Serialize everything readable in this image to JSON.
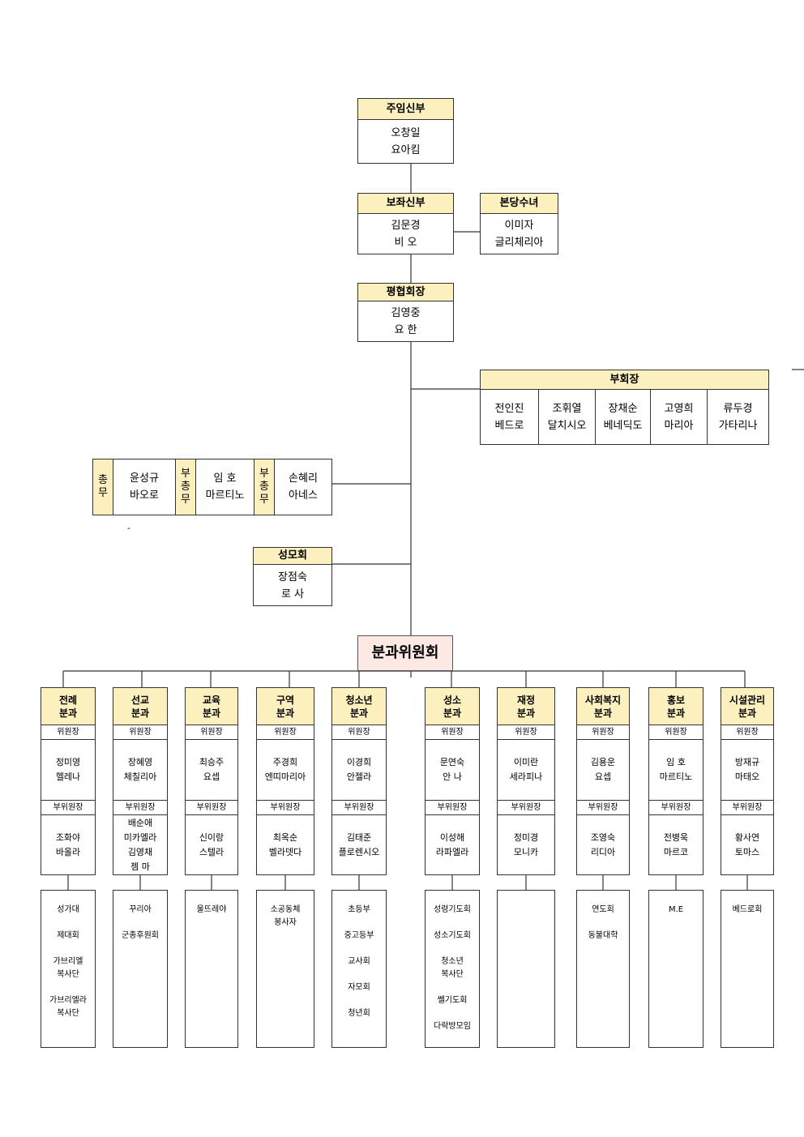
{
  "pastor": {
    "title": "주임신부",
    "name": "오창일",
    "baptismal": "요아킴"
  },
  "assistant": {
    "title": "보좌신부",
    "name": "김문경",
    "baptismal": "비 오"
  },
  "sister": {
    "title": "본당수녀",
    "name": "이미자",
    "baptismal": "글리체리아"
  },
  "president": {
    "title": "평협회장",
    "name": "김영중",
    "baptismal": "요 한"
  },
  "vice_presidents": {
    "title": "부회장",
    "members": [
      {
        "name": "전인진",
        "baptismal": "베드로"
      },
      {
        "name": "조휘열",
        "baptismal": "달치시오"
      },
      {
        "name": "장채순",
        "baptismal": "베네딕도"
      },
      {
        "name": "고영희",
        "baptismal": "마리아"
      },
      {
        "name": "류두경",
        "baptismal": "가타리나"
      }
    ]
  },
  "secretaries": [
    {
      "label": "총무",
      "name": "윤성규",
      "baptismal": "바오로"
    },
    {
      "label": "부총무",
      "name": "임 호",
      "baptismal": "마르티노"
    },
    {
      "label": "부총무",
      "name": "손혜리",
      "baptismal": "아네스"
    }
  ],
  "legion": {
    "title": "성모회",
    "name": "장점숙",
    "baptismal": "로 사"
  },
  "committee_title": "분과위원회",
  "stray_dash": "-",
  "roles": {
    "chair": "위원장",
    "vice_chair": "부위원장"
  },
  "departments": [
    {
      "name1": "전례",
      "name2": "분과",
      "chair": [
        "정미영",
        "헬레나"
      ],
      "vice": [
        "조화야",
        "바올라"
      ],
      "groups": [
        "성가대",
        "제대회",
        "가브리엘|복사단",
        "가브리엘라|복사단"
      ]
    },
    {
      "name1": "선교",
      "name2": "분과",
      "chair": [
        "장혜영",
        "체칠리아"
      ],
      "vice": [
        "배순애",
        "미카엘라",
        "김영채",
        "젬 마"
      ],
      "groups": [
        "꾸리아",
        "군종후원회"
      ]
    },
    {
      "name1": "교육",
      "name2": "분과",
      "chair": [
        "최승주",
        "요셉"
      ],
      "vice": [
        "신이랑",
        "스텔라"
      ],
      "groups": [
        "울뜨레야"
      ]
    },
    {
      "name1": "구역",
      "name2": "분과",
      "chair": [
        "주경희",
        "엔띠마리아"
      ],
      "vice": [
        "최옥순",
        "벨라뎃다"
      ],
      "groups": [
        "소공동체|봉사자"
      ]
    },
    {
      "name1": "청소년",
      "name2": "분과",
      "chair": [
        "이경희",
        "안젤라"
      ],
      "vice": [
        "김태준",
        "플로렌시오"
      ],
      "groups": [
        "초등부",
        "중고등부",
        "교사회",
        "자모회",
        "청년회"
      ]
    },
    {
      "name1": "성소",
      "name2": "분과",
      "chair": [
        "문연숙",
        "안 나"
      ],
      "vice": [
        "이성해",
        "라파엘라"
      ],
      "groups": [
        "성령기도회",
        "성소기도회",
        "청소년|복사단",
        "쎌기도회",
        "다락방모임"
      ]
    },
    {
      "name1": "재정",
      "name2": "분과",
      "chair": [
        "이미란",
        "세라피나"
      ],
      "vice": [
        "정미경",
        "모니카"
      ],
      "groups": []
    },
    {
      "name1": "사회복지",
      "name2": "분과",
      "chair": [
        "김용운",
        "요셉"
      ],
      "vice": [
        "조영숙",
        "리디아"
      ],
      "groups": [
        "연도회",
        "동불대학"
      ]
    },
    {
      "name1": "홍보",
      "name2": "분과",
      "chair": [
        "임 호",
        "마르티노"
      ],
      "vice": [
        "전병욱",
        "마르코"
      ],
      "groups": [
        "M.E"
      ]
    },
    {
      "name1": "시설관리",
      "name2": "분과",
      "chair": [
        "방재규",
        "마태오"
      ],
      "vice": [
        "황사연",
        "토마스"
      ],
      "groups": [
        "베드로회"
      ]
    }
  ]
}
